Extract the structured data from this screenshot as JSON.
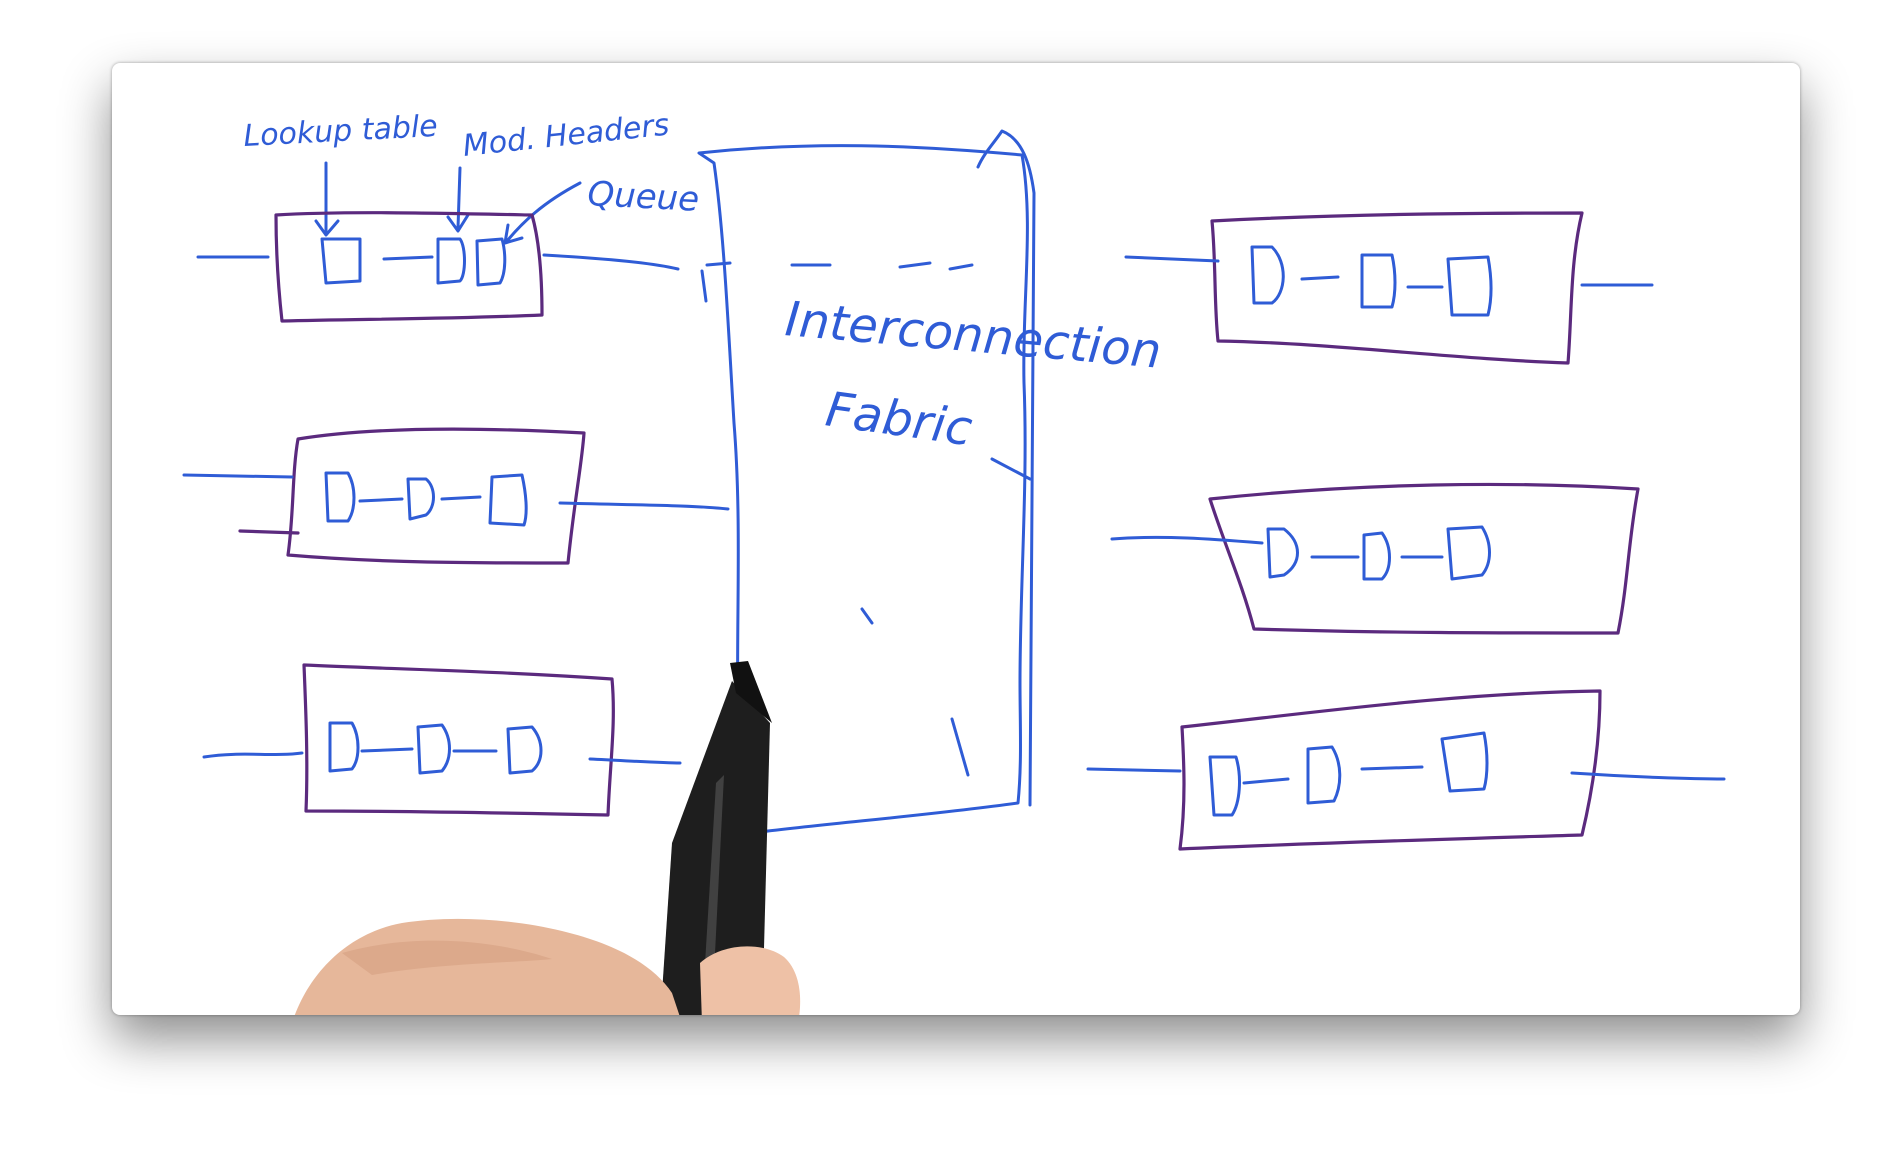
{
  "diagram": {
    "annotations": {
      "lookup_table": "Lookup table",
      "mod_headers": "Mod. Headers",
      "queue": "Queue"
    },
    "fabric_label_line1": "Interconnection",
    "fabric_label_line2": "Fabric",
    "input_ports": 3,
    "output_ports": 3,
    "colors": {
      "ink_blue": "#2f5cd6",
      "ink_purple": "#5b2a7e",
      "marker": "#1a1a1a"
    },
    "icons": [
      "marker-pen",
      "hand"
    ]
  }
}
